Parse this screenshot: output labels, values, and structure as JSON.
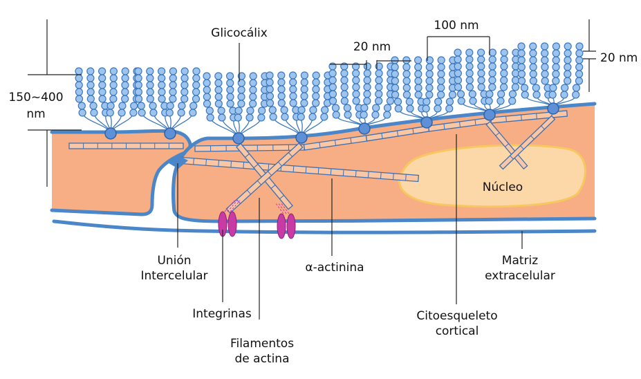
{
  "labels": {
    "glycocalyx": "Glicocálix",
    "thickness_top": "150~400",
    "thickness_unit": "nm",
    "spacing_20": "20 nm",
    "spacing_100": "100 nm",
    "height_20": "20 nm",
    "nucleus": "Núcleo",
    "junction_line1": "Unión",
    "junction_line2": "Intercelular",
    "integrins": "Integrinas",
    "actin_line1": "Filamentos",
    "actin_line2": "de actina",
    "actinin": "α-actinina",
    "cortical_line1": "Citoesqueleto",
    "cortical_line2": "cortical",
    "ecm_line1": "Matriz",
    "ecm_line2": "extracelular"
  },
  "colors": {
    "cytoplasm": "#f7ae84",
    "membrane": "#4a86c8",
    "glycan_fill": "#9cc4ef",
    "glycan_stroke": "#3c78bd",
    "nucleus_fill": "#fcd8a8",
    "nucleus_stroke": "#f8c860",
    "integrin": "#c83aa4",
    "filament": "#3a6fb2"
  }
}
